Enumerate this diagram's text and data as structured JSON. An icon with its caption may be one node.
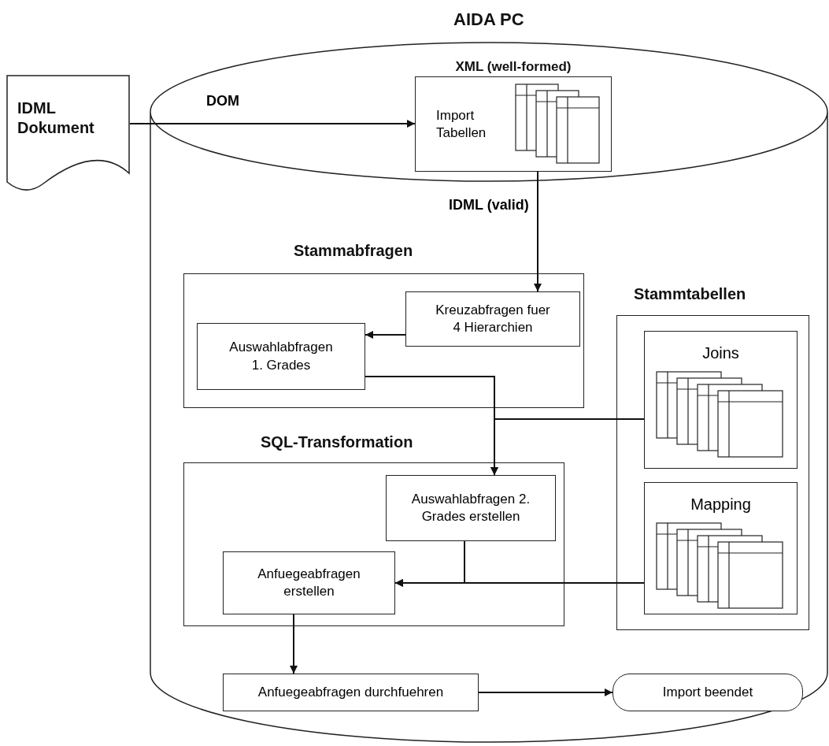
{
  "diagram": {
    "nodes": [
      {
        "text": [
          "IDML Dokument"
        ]
      },
      {
        "text": [
          "AIDA PC"
        ]
      },
      {
        "text": [
          "XML (well-formed)",
          "Import Tabellen"
        ],
        "in": 1
      },
      {
        "text": [
          "Stammabfragen"
        ],
        "in": 1
      },
      {
        "text": [
          "Kreuzabfragen fuer 4 Hierarchien"
        ],
        "in": 3
      },
      {
        "text": [
          "Auswahlabfragen 1. Grades"
        ],
        "in": 3
      },
      {
        "text": [
          "Stammtabellen"
        ],
        "in": 1
      },
      {
        "text": [
          "Joins"
        ],
        "in": 6
      },
      {
        "text": [
          "Mapping"
        ],
        "in": 6
      },
      {
        "text": [
          "SQL-Transformation"
        ],
        "in": 1
      },
      {
        "text": [
          "Auswahlabfragen 2. Grades erstellen"
        ],
        "in": 9
      },
      {
        "text": [
          "Anfuegeabfragen erstellen"
        ],
        "in": 9
      },
      {
        "text": [
          "Anfuegeabfragen durchfuehren"
        ],
        "in": 1
      },
      {
        "text": [
          "Import beendet"
        ],
        "in": 1
      }
    ],
    "edges": [
      {
        "from": 0,
        "to": 2,
        "arrow": "to",
        "label": "DOM"
      },
      {
        "from": 2,
        "to": 4,
        "arrow": "to",
        "label": "IDML (valid)"
      },
      {
        "from": 4,
        "to": 5,
        "arrow": "to"
      },
      {
        "from": 5,
        "to": 10,
        "arrow": "to"
      },
      {
        "from": 7,
        "to": 10,
        "arrow": "to"
      },
      {
        "from": 10,
        "to": 11,
        "arrow": "to"
      },
      {
        "from": 8,
        "to": 11,
        "arrow": "to"
      },
      {
        "from": 11,
        "to": 12,
        "arrow": "to"
      },
      {
        "from": 12,
        "to": 13,
        "arrow": "to"
      }
    ]
  }
}
